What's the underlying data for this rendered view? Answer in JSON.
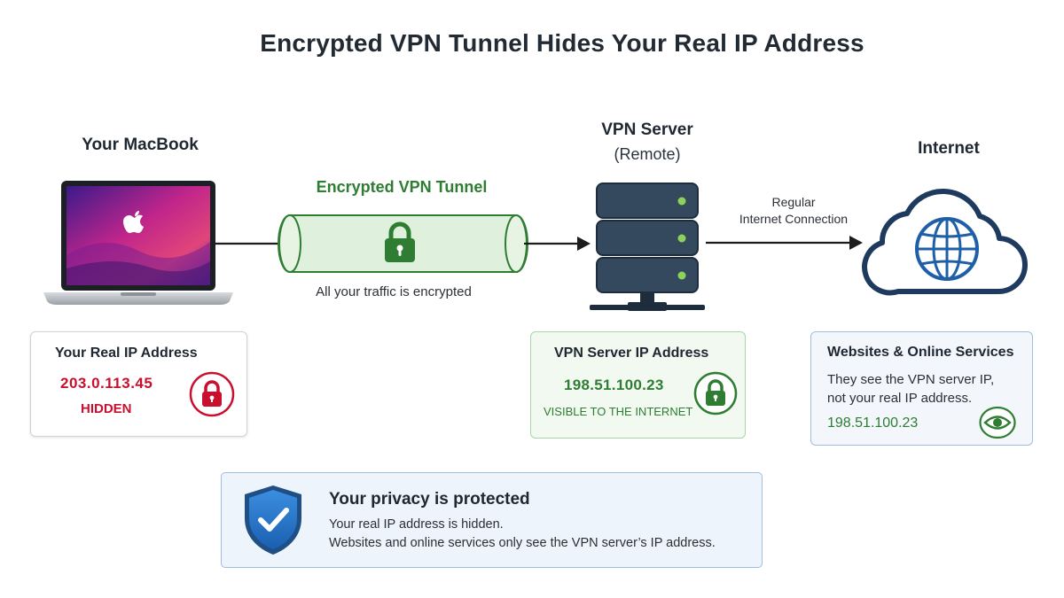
{
  "title": "Encrypted VPN Tunnel Hides Your Real IP Address",
  "nodes": {
    "macbook": {
      "label": "Your MacBook"
    },
    "tunnel": {
      "label": "Encrypted VPN Tunnel",
      "caption": "All your traffic is encrypted"
    },
    "server": {
      "label": "VPN Server",
      "sublabel": "(Remote)"
    },
    "connection": {
      "line1": "Regular",
      "line2": "Internet Connection"
    },
    "internet": {
      "label": "Internet"
    }
  },
  "cards": {
    "real_ip": {
      "title": "Your Real IP Address",
      "ip": "203.0.113.45",
      "status": "HIDDEN",
      "icon": "lock-icon",
      "color": "#c8102e"
    },
    "server_ip": {
      "title": "VPN Server IP Address",
      "ip": "198.51.100.23",
      "status": "VISIBLE TO THE INTERNET",
      "icon": "lock-icon",
      "color": "#2e7d32"
    },
    "websites": {
      "title": "Websites & Online Services",
      "line1": "They see the VPN server IP,",
      "line2": "not your real IP address.",
      "ip": "198.51.100.23",
      "icon": "eye-icon",
      "color": "#2e7d32"
    }
  },
  "banner": {
    "title": "Your privacy is protected",
    "line1": "Your real IP address is hidden.",
    "line2": "Websites and online services only see the VPN server’s IP address.",
    "icon": "shield-check-icon",
    "color": "#1f6fbf"
  },
  "colors": {
    "tunnel_green": "#2e7d32",
    "server_navy": "#34495e",
    "cloud_navy": "#1f3a5f",
    "globe_blue": "#1f5fa8"
  }
}
